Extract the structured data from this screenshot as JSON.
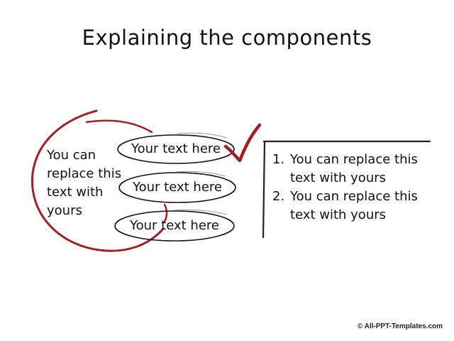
{
  "title": "Explaining the components",
  "circle_text": "You can replace this text with yours",
  "ovals": [
    {
      "label": "Your text here"
    },
    {
      "label": "Your text here"
    },
    {
      "label": "Your text here"
    }
  ],
  "steps": [
    {
      "number": "1.",
      "text": "You can replace this text with yours"
    },
    {
      "number": "2.",
      "text": "You can replace this text with yours"
    }
  ],
  "footer": "© All-PPT-Templates.com",
  "colors": {
    "accent": "#a31f24",
    "ink": "#111111"
  }
}
